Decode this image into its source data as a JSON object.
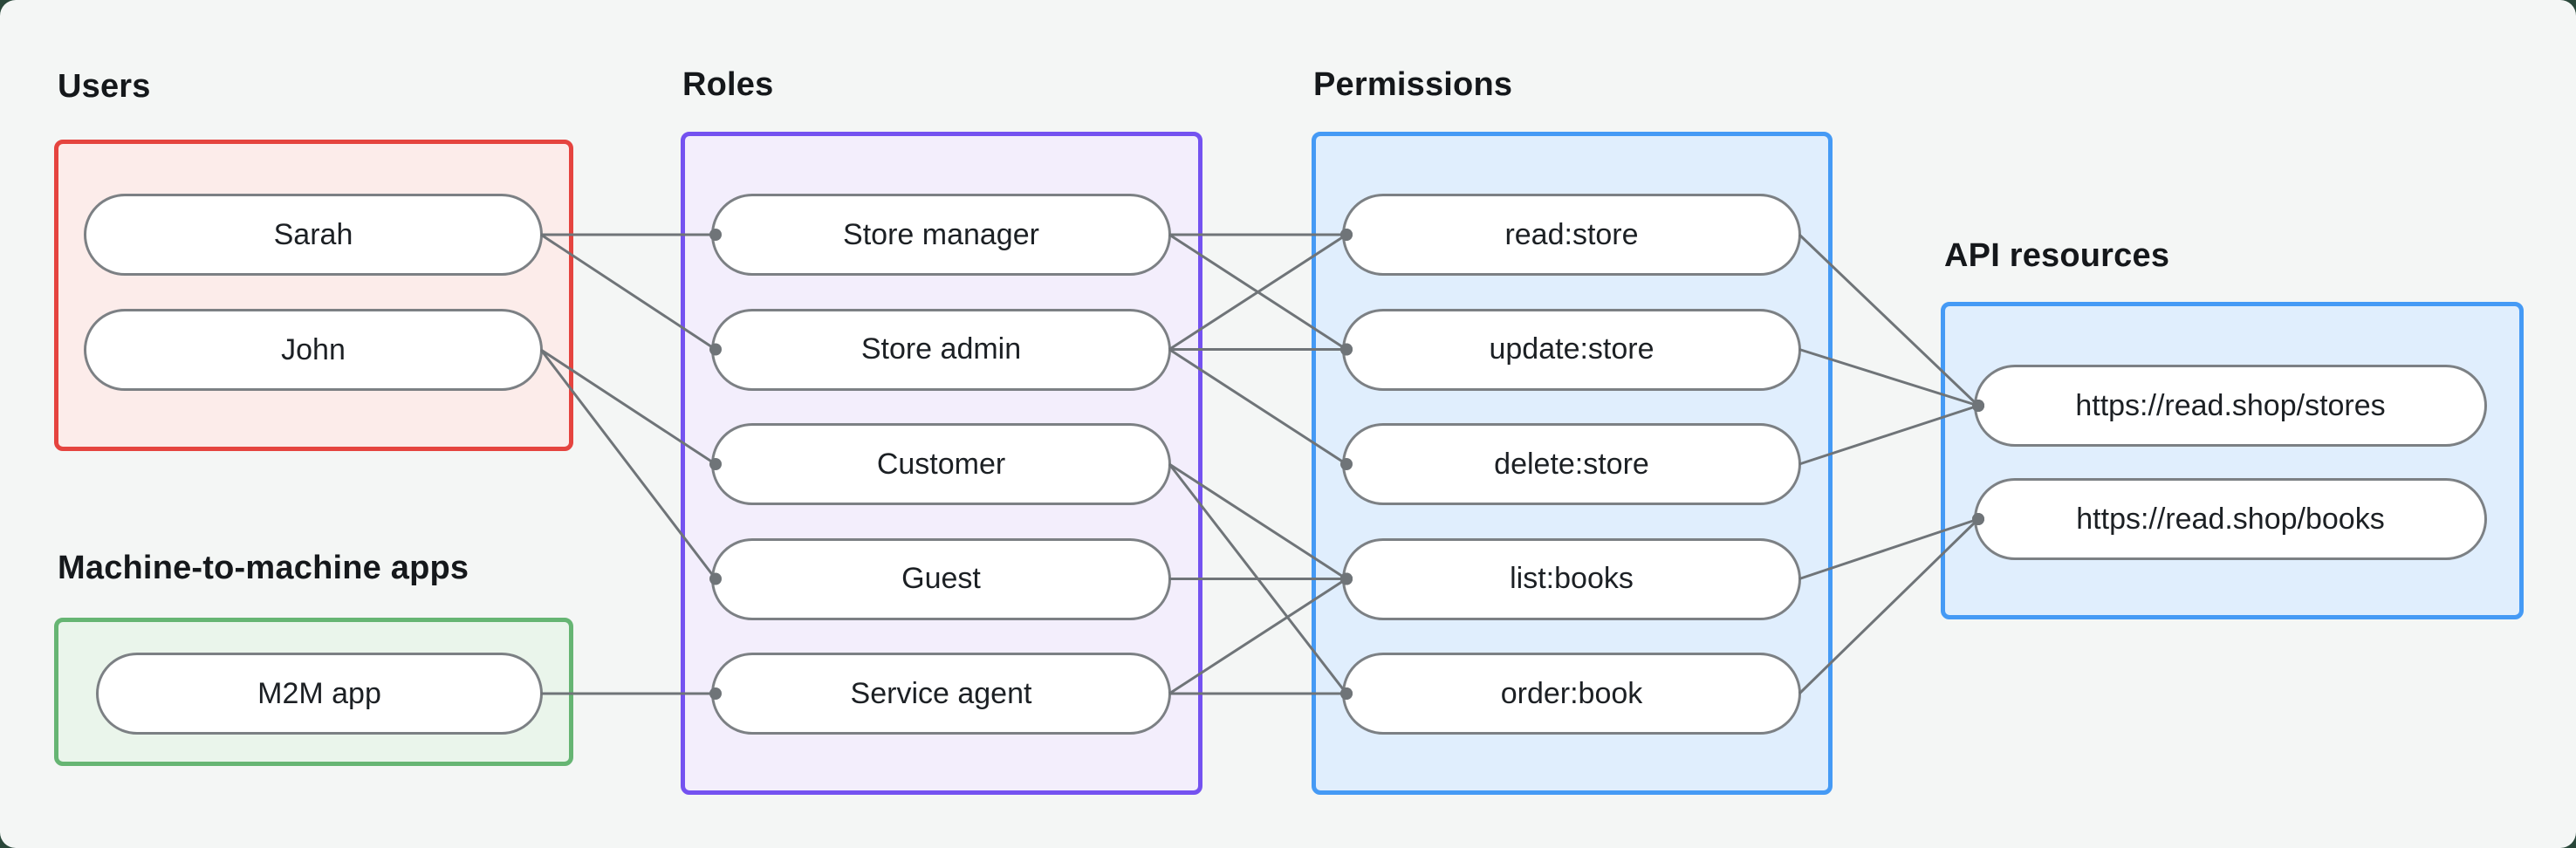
{
  "diagram": {
    "groups": [
      {
        "id": "users",
        "label": "Users",
        "color": "red",
        "nodes": [
          {
            "id": "sarah",
            "label": "Sarah"
          },
          {
            "id": "john",
            "label": "John"
          }
        ]
      },
      {
        "id": "m2m",
        "label": "Machine-to-machine apps",
        "color": "green",
        "nodes": [
          {
            "id": "m2m_app",
            "label": "M2M app"
          }
        ]
      },
      {
        "id": "roles",
        "label": "Roles",
        "color": "purple",
        "nodes": [
          {
            "id": "store_manager",
            "label": "Store manager"
          },
          {
            "id": "store_admin",
            "label": "Store admin"
          },
          {
            "id": "customer",
            "label": "Customer"
          },
          {
            "id": "guest",
            "label": "Guest"
          },
          {
            "id": "service_agent",
            "label": "Service agent"
          }
        ]
      },
      {
        "id": "permissions",
        "label": "Permissions",
        "color": "blue",
        "nodes": [
          {
            "id": "read_store",
            "label": "read:store"
          },
          {
            "id": "update_store",
            "label": "update:store"
          },
          {
            "id": "delete_store",
            "label": "delete:store"
          },
          {
            "id": "list_books",
            "label": "list:books"
          },
          {
            "id": "order_book",
            "label": "order:book"
          }
        ]
      },
      {
        "id": "api",
        "label": "API resources",
        "color": "blue",
        "nodes": [
          {
            "id": "stores",
            "label": "https://read.shop/stores"
          },
          {
            "id": "books",
            "label": "https://read.shop/books"
          }
        ]
      }
    ],
    "edges": [
      [
        "sarah",
        "store_manager"
      ],
      [
        "sarah",
        "store_admin"
      ],
      [
        "john",
        "customer"
      ],
      [
        "john",
        "guest"
      ],
      [
        "m2m_app",
        "service_agent"
      ],
      [
        "store_manager",
        "read_store"
      ],
      [
        "store_manager",
        "update_store"
      ],
      [
        "store_admin",
        "read_store"
      ],
      [
        "store_admin",
        "update_store"
      ],
      [
        "store_admin",
        "delete_store"
      ],
      [
        "customer",
        "list_books"
      ],
      [
        "customer",
        "order_book"
      ],
      [
        "guest",
        "list_books"
      ],
      [
        "service_agent",
        "list_books"
      ],
      [
        "service_agent",
        "order_book"
      ],
      [
        "read_store",
        "stores"
      ],
      [
        "update_store",
        "stores"
      ],
      [
        "delete_store",
        "stores"
      ],
      [
        "list_books",
        "books"
      ],
      [
        "order_book",
        "books"
      ]
    ],
    "colors": {
      "red": "#e5443f",
      "red_fill": "#fcecea",
      "green": "#66b573",
      "green_fill": "#eaf5eb",
      "purple": "#7452f0",
      "purple_fill": "#f3eefc",
      "blue": "#459af5",
      "blue_fill": "#e0eefd",
      "edge": "#6f7478",
      "card_bg": "#f4f6f5",
      "page_bg": "#2a473a"
    }
  }
}
